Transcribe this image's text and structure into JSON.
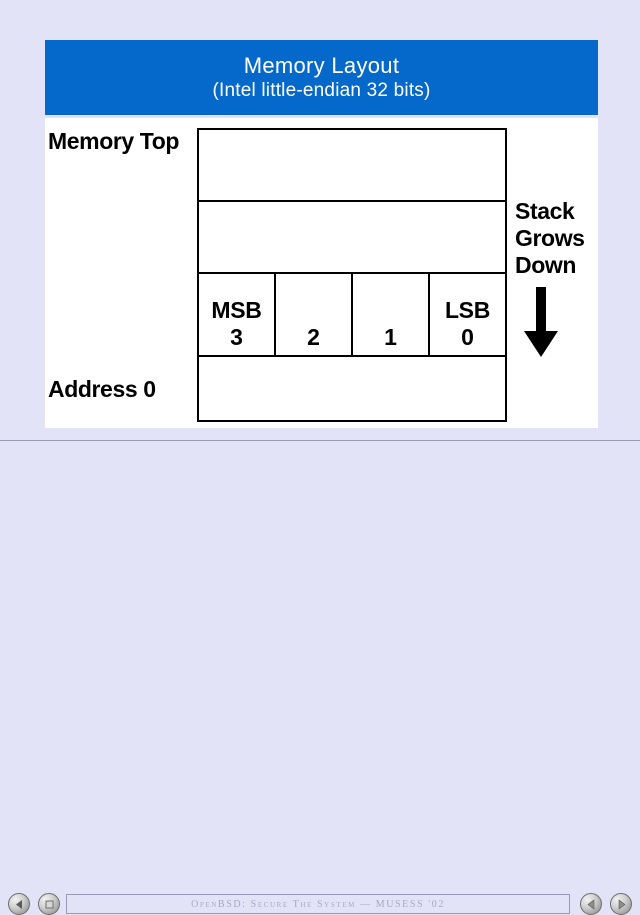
{
  "slide": {
    "title": {
      "line1": "Memory Layout",
      "line2": "(Intel little-endian 32 bits)"
    },
    "title_bg_color": "#0568cb",
    "title_text_color": "#ffffff",
    "canvas_bg_color": "#ffffff",
    "page_bg_color": "#e3e3f8"
  },
  "diagram": {
    "left_labels": {
      "top": "Memory Top",
      "bottom": "Address 0"
    },
    "rows": [
      {
        "kind": "empty",
        "cells": []
      },
      {
        "kind": "empty",
        "cells": []
      },
      {
        "kind": "word",
        "cells": [
          {
            "tag": "MSB",
            "number": "3"
          },
          {
            "tag": "",
            "number": "2"
          },
          {
            "tag": "",
            "number": "1"
          },
          {
            "tag": "LSB",
            "number": "0"
          }
        ]
      },
      {
        "kind": "empty",
        "cells": []
      }
    ],
    "stack_note": {
      "lines": [
        "Stack",
        "Grows",
        "Down"
      ],
      "arrow_direction": "down"
    }
  },
  "toolbar": {
    "status_text": "OpenBSD: Secure The System — MUSESS '02",
    "buttons": [
      {
        "name": "first-slide-button",
        "icon": "triangle-left-icon"
      },
      {
        "name": "stop-button",
        "icon": "square-icon"
      },
      {
        "name": "previous-slide-button",
        "icon": "triangle-left-icon"
      },
      {
        "name": "next-slide-button",
        "icon": "triangle-right-icon"
      }
    ]
  }
}
